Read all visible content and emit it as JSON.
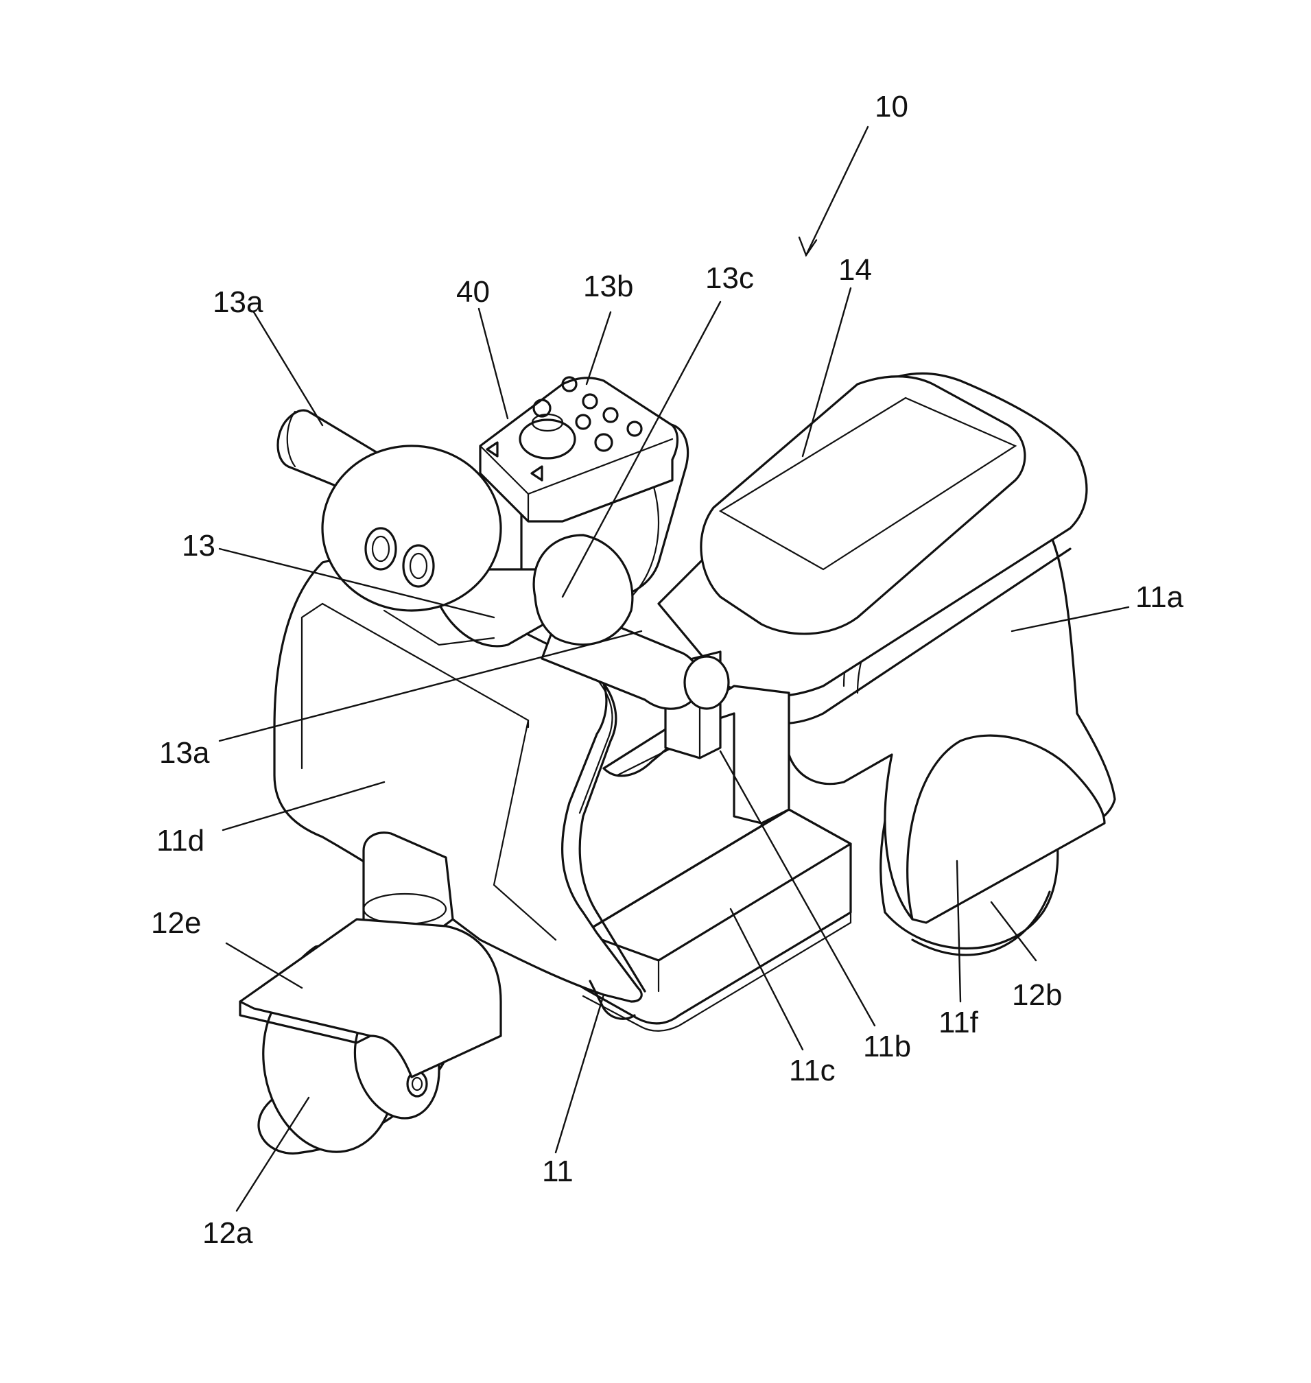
{
  "figure": {
    "reference_numerals": [
      {
        "id": "ref-10",
        "text": "10"
      },
      {
        "id": "ref-14",
        "text": "14"
      },
      {
        "id": "ref-40",
        "text": "40"
      },
      {
        "id": "ref-13b",
        "text": "13b"
      },
      {
        "id": "ref-13c",
        "text": "13c"
      },
      {
        "id": "ref-13a-top",
        "text": "13a"
      },
      {
        "id": "ref-13",
        "text": "13"
      },
      {
        "id": "ref-13a-lower",
        "text": "13a"
      },
      {
        "id": "ref-11a",
        "text": "11a"
      },
      {
        "id": "ref-11d",
        "text": "11d"
      },
      {
        "id": "ref-12e",
        "text": "12e"
      },
      {
        "id": "ref-11",
        "text": "11"
      },
      {
        "id": "ref-11c",
        "text": "11c"
      },
      {
        "id": "ref-11b",
        "text": "11b"
      },
      {
        "id": "ref-11f",
        "text": "11f"
      },
      {
        "id": "ref-12b",
        "text": "12b"
      },
      {
        "id": "ref-12a",
        "text": "12a"
      }
    ]
  }
}
